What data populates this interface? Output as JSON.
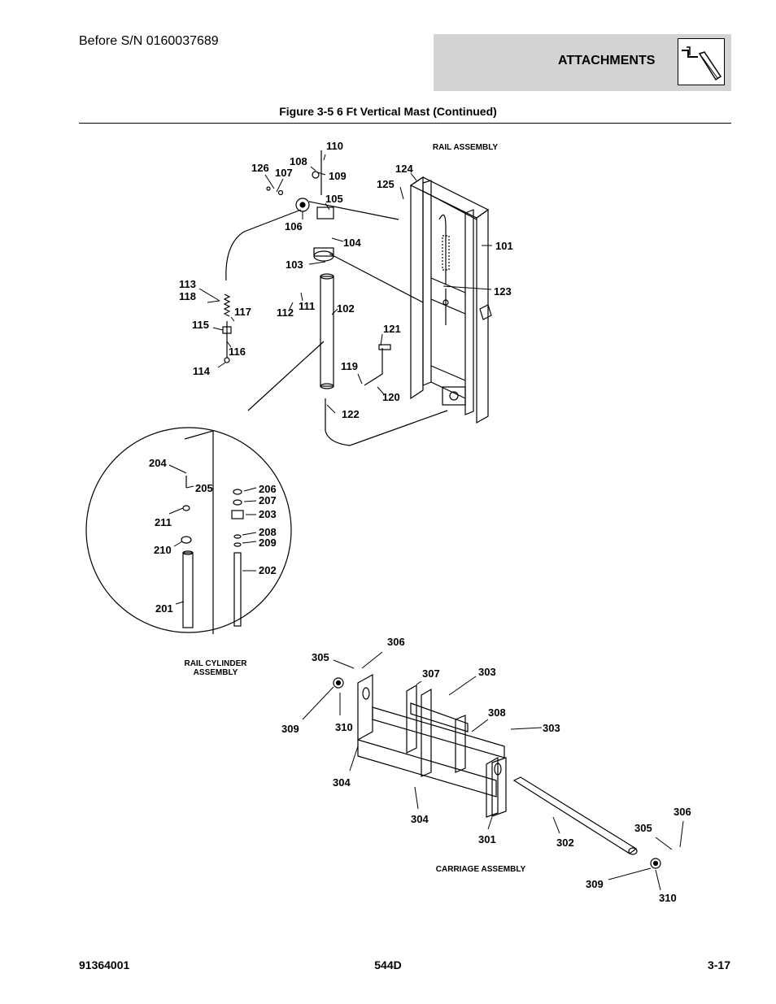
{
  "header": {
    "serial_text": "Before S/N 0160037689",
    "section_title": "ATTACHMENTS",
    "section_icon": "attachment-arm-icon",
    "section_bg": "#d3d3d3"
  },
  "figure_title": "Figure 3-5 6 Ft Vertical Mast (Continued)",
  "assemblies": {
    "rail": "RAIL ASSEMBLY",
    "cylinder_line1": "RAIL CYLINDER",
    "cylinder_line2": "ASSEMBLY",
    "carriage": "CARRIAGE ASSEMBLY"
  },
  "callouts": {
    "c101": "101",
    "c102": "102",
    "c103": "103",
    "c104": "104",
    "c105": "105",
    "c106": "106",
    "c107": "107",
    "c108": "108",
    "c109": "109",
    "c110": "110",
    "c111": "111",
    "c112": "112",
    "c113": "113",
    "c114": "114",
    "c115": "115",
    "c116": "116",
    "c117": "117",
    "c118": "118",
    "c119": "119",
    "c120": "120",
    "c121": "121",
    "c122": "122",
    "c123": "123",
    "c124": "124",
    "c125": "125",
    "c126": "126",
    "c201": "201",
    "c202": "202",
    "c203": "203",
    "c204": "204",
    "c205": "205",
    "c206": "206",
    "c207": "207",
    "c208": "208",
    "c209": "209",
    "c210": "210",
    "c211": "211",
    "c301": "301",
    "c302": "302",
    "c303a": "303",
    "c303b": "303",
    "c304a": "304",
    "c304b": "304",
    "c305a": "305",
    "c305b": "305",
    "c306a": "306",
    "c306b": "306",
    "c307": "307",
    "c308": "308",
    "c309a": "309",
    "c309b": "309",
    "c310a": "310",
    "c310b": "310"
  },
  "footer": {
    "doc_number": "91364001",
    "model": "544D",
    "page": "3-17"
  }
}
